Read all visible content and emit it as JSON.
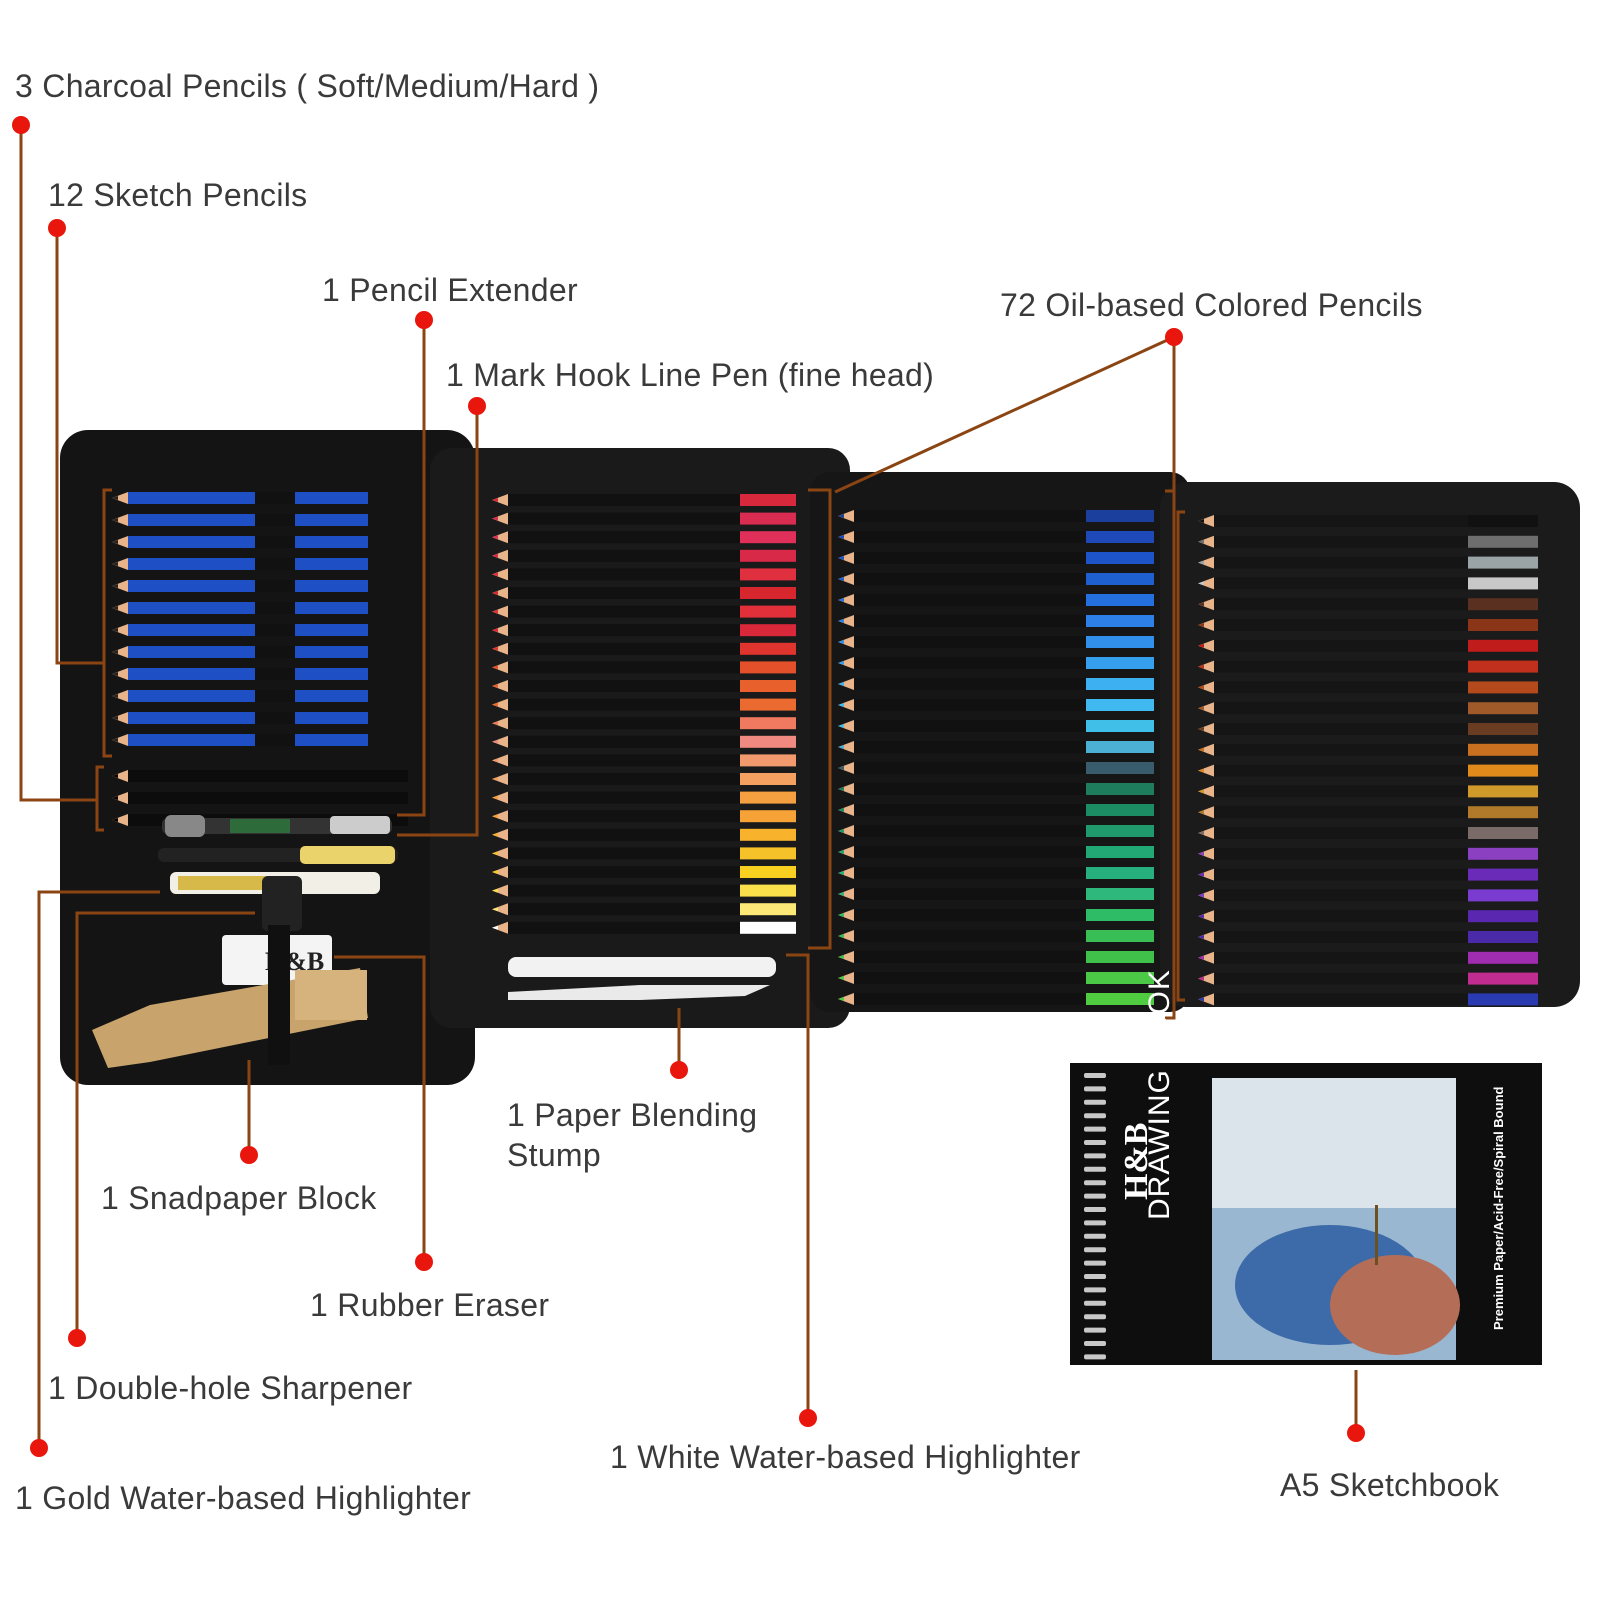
{
  "labels": {
    "charcoal": "3 Charcoal Pencils ( Soft/Medium/Hard )",
    "sketch": "12 Sketch Pencils",
    "extender": "1 Pencil Extender",
    "hook_pen": "1 Mark Hook Line Pen (fine head)",
    "colored": "72 Oil-based Colored Pencils",
    "blending": "1 Paper Blending Stump",
    "sandpaper": "1 Snadpaper Block",
    "eraser": "1 Rubber Eraser",
    "sharpener": "1 Double-hole Sharpener",
    "gold": "1 Gold Water-based Highlighter",
    "white": "1 White Water-based Highlighter",
    "sketchbook": "A5 Sketchbook"
  },
  "product": {
    "brand": "H&B",
    "book_title": "DRAWING BOOK",
    "book_side": "Premium Paper/Acid-Free/Spiral Bound"
  },
  "colors": {
    "callout_line": "#8B4513",
    "callout_dot": "#e8160c",
    "case": "#141414",
    "sketch_pencil": "#1f4fc4"
  }
}
